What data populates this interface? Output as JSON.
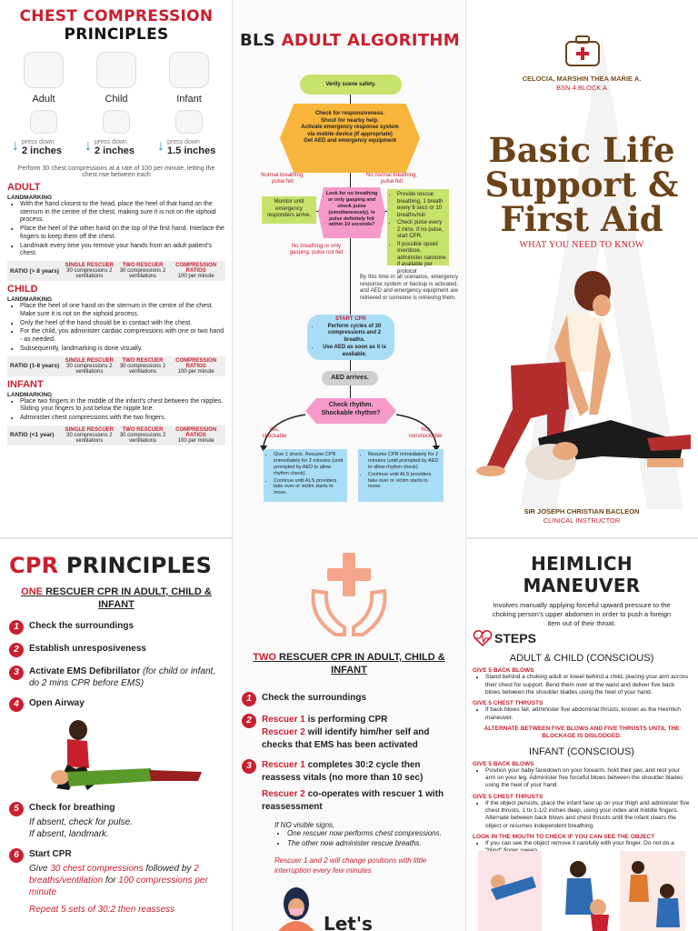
{
  "chest": {
    "title_red": "CHEST COMPRESSION",
    "title_black": "PRINCIPLES",
    "hands": [
      {
        "label": "Adult",
        "press": "press down",
        "depth": "2 inches"
      },
      {
        "label": "Child",
        "press": "press down",
        "depth": "2 inches"
      },
      {
        "label": "Infant",
        "press": "press down",
        "depth": "1.5 inches"
      }
    ],
    "perform": "Perform 30 chest compressions at a rate of 100 per minute, letting the chest rise between each",
    "landmarking": "LANDMARKING",
    "ratio_headers": [
      "SINGLE RESCUER",
      "TWO RESCUER",
      "COMPRESSION RATIOS"
    ],
    "adult": {
      "title": "ADULT",
      "items": [
        "With the hand closest to the head, place the heel of that hand on the sternum in the centre of the chest, making sure it is not on the xiphoid process.",
        "Place the heel of the other hand on the top of the first hand. Interlace the fingers to keep them off the chest.",
        "Landmark every time you remove your hands from an adult patient's chest."
      ],
      "ratio_label": "RATIO (> 8 years)",
      "single": "30 compressions 2 ventilations",
      "two": "30 compressions 2 ventilations",
      "rate": "100 per minute"
    },
    "child": {
      "title": "CHILD",
      "items": [
        "Place the heel of one hand on the sternum in the centre of the chest. Make sure it is not on the xiphoid process.",
        "Only the heel of the hand should be in contact with the chest.",
        "For the child, you administer cardiac compressions with one or two hand - as needed.",
        "Subsequently, landmarking is done visually."
      ],
      "ratio_label": "RATIO (1-8 years)",
      "single": "30 compressions 2 ventilations",
      "two": "30 compressions 2 ventilations",
      "rate": "100 per minute"
    },
    "infant": {
      "title": "INFANT",
      "items": [
        "Place two fingers in the middle of the infant's chest between the nipples. Sliding your fingers to just below the nipple line.",
        "Administer chest compressions with the two fingers."
      ],
      "ratio_label": "RATIO (<1 year)",
      "single": "30 compressions 2 ventilations",
      "two": "30 compressions 2 ventilations",
      "rate": "100 per minute"
    }
  },
  "bls": {
    "title_black": "BLS",
    "title_red": "ADULT ALGORITHM",
    "verify": "Verify scene safety.",
    "check_items": [
      "Check for responsiveness.",
      "Shout for nearby help.",
      "Activate emergency response system via mobile device (if appropriate)",
      "Get AED and emergency equipment"
    ],
    "normal_label": "Normal breathing, pulse felt",
    "no_normal_label": "No normal breathing, pulse felt",
    "monitor": "Monitor until emergency responders arrive.",
    "look": "Look for no breathing or only gasping and check pulse (simultaneously). Is pulse definitely felt within 10 seconds?",
    "rescue_items": [
      "Provide rescue breathing, 1 breath every 6 secs or 10 breaths/min",
      "Check pulse every 2 mins. If no pulse, start CPR.",
      "If possible opioid overdose, administer naloxone if available per protocol"
    ],
    "no_breathing_label": "No breathing or only gasping, pulse not felt",
    "by_this_time": "By this time in all scenarios, emergency response system or backup is activated, and AED and emergency equipment are retrieved or someone is retrieving them.",
    "start_cpr": "START CPR",
    "cpr_items": [
      "Perform cycles of 30 compressions and 2 breaths.",
      "Use AED as soon as it is available."
    ],
    "aed": "AED arrives.",
    "check_rhythm": "Check rhythm. Shockable rhythm?",
    "yes_label": "Yes, shockable",
    "no_label": "No, nonshockable",
    "shock_items": [
      "Give 1 shock. Resume CPR immediately for 2 minutes (until prompted by AED to allow rhythm check).",
      "Continue until ALS providers take over or victim starts to move."
    ],
    "nonshock_items": [
      "Resume CPR immediately for 2 minutes (until prompted by AED to allow rhythm check).",
      "Continue until ALS providers take over or victim starts to move."
    ]
  },
  "cover": {
    "author": "CELOCIA, MARSHIN THEA MARIE A.",
    "section": "BSN 4 BLOCK A",
    "title_lines": [
      "Basic Life",
      "Support &",
      "First Aid"
    ],
    "subtitle": "WHAT YOU NEED TO KNOW",
    "instructor": "SIR JOSEPH CHRISTIAN BACLEON",
    "instructor_role": "CLINICAL INSTRUCTOR"
  },
  "cpr": {
    "title_red": "CPR",
    "title_black": "PRINCIPLES",
    "one_rescuer_red": "ONE",
    "one_rescuer_rest": "RESCUER CPR IN ADULT, CHILD & INFANT",
    "steps": [
      {
        "n": "1",
        "text": "Check the surroundings"
      },
      {
        "n": "2",
        "text": "Establish unresposiveness"
      },
      {
        "n": "3",
        "text": "Activate EMS Defibrillator",
        "italic": "(for child or infant, do 2 mins CPR before EMS)"
      },
      {
        "n": "4",
        "text": "Open Airway"
      }
    ],
    "step5": "Check for breathing",
    "step5_sub": [
      "If absent, check for pulse.",
      "If absent, landmark."
    ],
    "step6": "Start CPR",
    "step6_give": "Give",
    "step6_red1": "30 chest compressions",
    "step6_mid": "followed by",
    "step6_red2": "2 breaths/ventilation",
    "step6_for": "for",
    "step6_red3": "100 compressions per minute",
    "step6_repeat": "Repeat 5 sets of 30:2 then reassess",
    "n5": "5",
    "n6": "6"
  },
  "two": {
    "title_red": "TWO",
    "title_rest": "RESCUER CPR IN ADULT, CHILD & INFANT",
    "steps": [
      {
        "n": "1",
        "text": "Check the surroundings"
      },
      {
        "n": "2",
        "r1": "Rescuer 1",
        "t1": "is performing CPR",
        "r2": "Rescuer 2",
        "t2": "will identify him/her self and checks that EMS has been activated"
      },
      {
        "n": "3",
        "r1": "Rescuer 1",
        "t1": "completes 30:2 cycle then reassess vitals (no more than 10 sec)",
        "r2": "Rescuer 2",
        "t2": "co-operates with rescuer 1 with reassessment"
      }
    ],
    "if_no": "If NO visible signs,",
    "if_items": [
      "One rescuer now performs chest compressions.",
      "The other now administer rescue breaths."
    ],
    "change": "Rescuer 1 and 2 will change positions with little interruption every few minutes",
    "lets": "Let's"
  },
  "heimlich": {
    "title": "HEIMLICH MANEUVER",
    "desc": "Involves manually applying forceful upward pressure to the choking person's upper abdomen in order to push a foreign item out of their throat.",
    "steps_label": "STEPS",
    "adult_title": "ADULT & CHILD (CONSCIOUS)",
    "give5bb": "GIVE 5 BACK BLOWS",
    "adult_bb": "Stand behind a choking adult or kneel behind a child, placing your arm across their chest for support. Bend them over at the waist and deliver five back blows between the shoulder blades using the heel of your hand.",
    "give5ct": "GIVE 5 CHEST THRUSTS",
    "adult_ct": "If back blows fail, administer five abdominal thrusts, known as the Heimlich maneuver.",
    "alternate": "ALTERNATE BETWEEN FIVE BLOWS AND FIVE THRUSTS UNTIL THE BLOCKAGE IS DISLODGED.",
    "infant_title": "INFANT (CONSCIOUS)",
    "infant_bb": "Position your baby facedown on your forearm, hold their jaw, and rest your arm on your leg. Administer five forceful blows between the shoulder blades using the heel of your hand.",
    "infant_ct": "If the object persists, place the infant face up on your thigh and administer five chest thrusts, 1 to 1-1/2 inches deep, using your index and middle fingers. Alternate between back blows and chest thrusts until the infant clears the object or resumes independent breathing.",
    "look": "LOOK IN THE MOUTH TO CHECK IF YOU CAN SEE THE OBJECT",
    "look_item": "If you can see the object remove it carefully with your finger. Do not do a \"blind\" finger sweep."
  },
  "colors": {
    "accent_red": "#c8202f",
    "brown": "#6b4318",
    "flow_green": "#c7e26a",
    "flow_orange": "#f7b53b",
    "flow_pink": "#f59ac8",
    "flow_blue": "#a9ddf6"
  }
}
